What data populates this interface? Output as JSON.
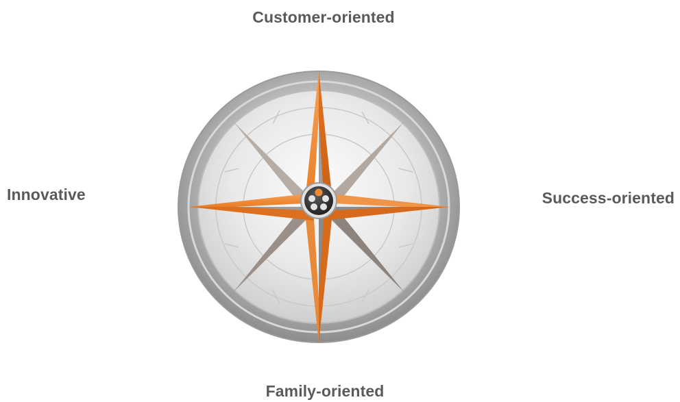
{
  "labels": {
    "top": "Customer-oriented",
    "left": "Innovative",
    "right": "Success-oriented",
    "bottom": "Family-oriented"
  },
  "colors": {
    "accent_orange": "#ee8a33",
    "text_gray": "#5a5a5a",
    "bezel_gray": "#a9a9a9",
    "hub_dark": "#2e2e2e"
  }
}
